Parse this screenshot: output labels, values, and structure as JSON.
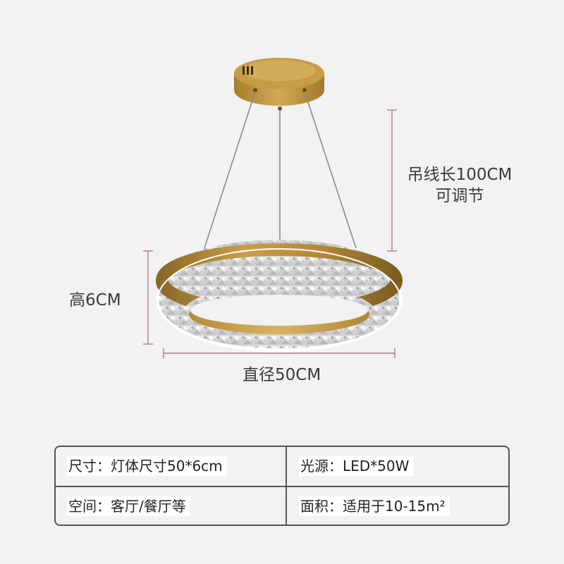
{
  "dimensions": {
    "cable_line1": "吊线长100CM",
    "cable_line2": "可调节",
    "height": "高6CM",
    "diameter": "直径50CM"
  },
  "specs": {
    "size": "尺寸：灯体尺寸50*6cm",
    "light_source": "光源：LED*50W",
    "space": "空间：客厅/餐厅等",
    "area": "面积：适用于10-15m²"
  },
  "colors": {
    "background": "#f2f2f2",
    "gold": "#c49a3e",
    "border": "#555555"
  }
}
